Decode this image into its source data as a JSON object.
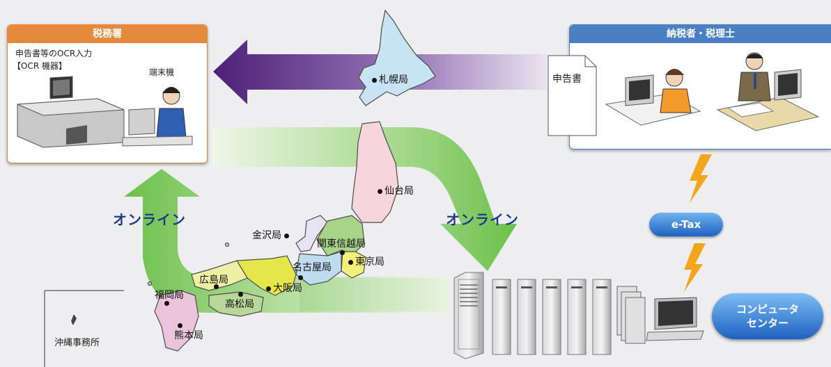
{
  "tax_office": {
    "title": "税務署",
    "ocr_label_line1": "申告書等のOCR入力",
    "ocr_label_line2": "【OCR 機器】",
    "terminal_label": "端末機"
  },
  "taxpayer": {
    "title": "納税者・税理士",
    "document_label": "申告書"
  },
  "online_left": "オンライン",
  "online_right": "オンライン",
  "etax": "e-Tax",
  "computer_center": {
    "line1": "コンピュータ",
    "line2": "センター"
  },
  "okinawa": "沖縄事務所",
  "bureaus": {
    "sapporo": "札幌局",
    "sendai": "仙台局",
    "kanazawa": "金沢局",
    "kanto_shinetsu": "関東信越局",
    "tokyo": "東京局",
    "nagoya": "名古屋局",
    "osaka": "大阪局",
    "hiroshima": "広島局",
    "takamatsu": "高松局",
    "fukuoka": "福岡局",
    "kumamoto": "熊本局"
  },
  "colors": {
    "tax_office_header": "#e48a3c",
    "taxpayer_header": "#4a7fc4",
    "arrow_purple": "#5b2d86",
    "arrow_green": "#6cc04a",
    "etax_pill": "#3a86d8"
  }
}
